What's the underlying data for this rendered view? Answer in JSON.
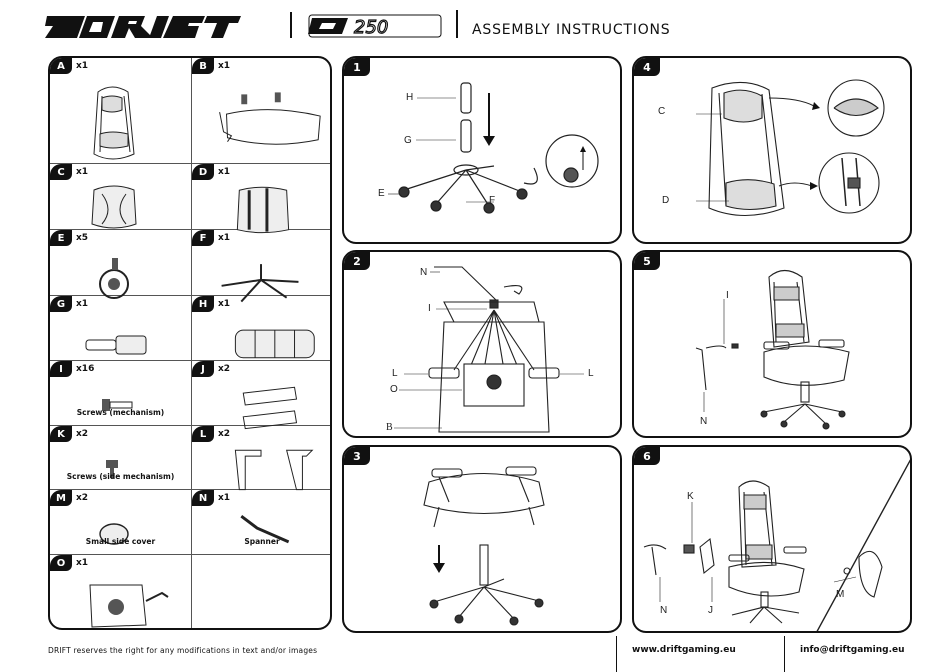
{
  "header": {
    "brand": "DRIFT",
    "model": "DR250",
    "title": "ASSEMBLY INSTRUCTIONS"
  },
  "parts": [
    {
      "letter": "A",
      "qty": "x1",
      "caption": ""
    },
    {
      "letter": "B",
      "qty": "x1",
      "caption": ""
    },
    {
      "letter": "C",
      "qty": "x1",
      "caption": ""
    },
    {
      "letter": "D",
      "qty": "x1",
      "caption": ""
    },
    {
      "letter": "E",
      "qty": "x5",
      "caption": ""
    },
    {
      "letter": "F",
      "qty": "x1",
      "caption": ""
    },
    {
      "letter": "G",
      "qty": "x1",
      "caption": ""
    },
    {
      "letter": "H",
      "qty": "x1",
      "caption": ""
    },
    {
      "letter": "I",
      "qty": "x16",
      "caption": "Screws (mechanism)"
    },
    {
      "letter": "J",
      "qty": "x2",
      "caption": ""
    },
    {
      "letter": "K",
      "qty": "x2",
      "caption": "Screws (side mechanism)"
    },
    {
      "letter": "L",
      "qty": "x2",
      "caption": ""
    },
    {
      "letter": "M",
      "qty": "x2",
      "caption": "Small side cover"
    },
    {
      "letter": "N",
      "qty": "x1",
      "caption": "Spanner"
    },
    {
      "letter": "O",
      "qty": "x1",
      "caption": ""
    }
  ],
  "steps": [
    {
      "num": "1",
      "labels": {
        "h": "H",
        "g": "G",
        "e": "E",
        "f": "F"
      }
    },
    {
      "num": "2",
      "labels": {
        "n": "N",
        "i": "I",
        "l1": "L",
        "l2": "L",
        "o": "O",
        "b": "B"
      }
    },
    {
      "num": "3",
      "labels": {}
    },
    {
      "num": "4",
      "labels": {
        "c": "C",
        "d": "D"
      }
    },
    {
      "num": "5",
      "labels": {
        "i": "I",
        "n": "N"
      }
    },
    {
      "num": "6",
      "labels": {
        "k": "K",
        "n": "N",
        "j": "J",
        "m": "M"
      }
    }
  ],
  "footer": {
    "disclaimer": "DRIFT reserves the right for any modifications in text and/or images",
    "website": "www.driftgaming.eu",
    "email": "info@driftgaming.eu"
  }
}
